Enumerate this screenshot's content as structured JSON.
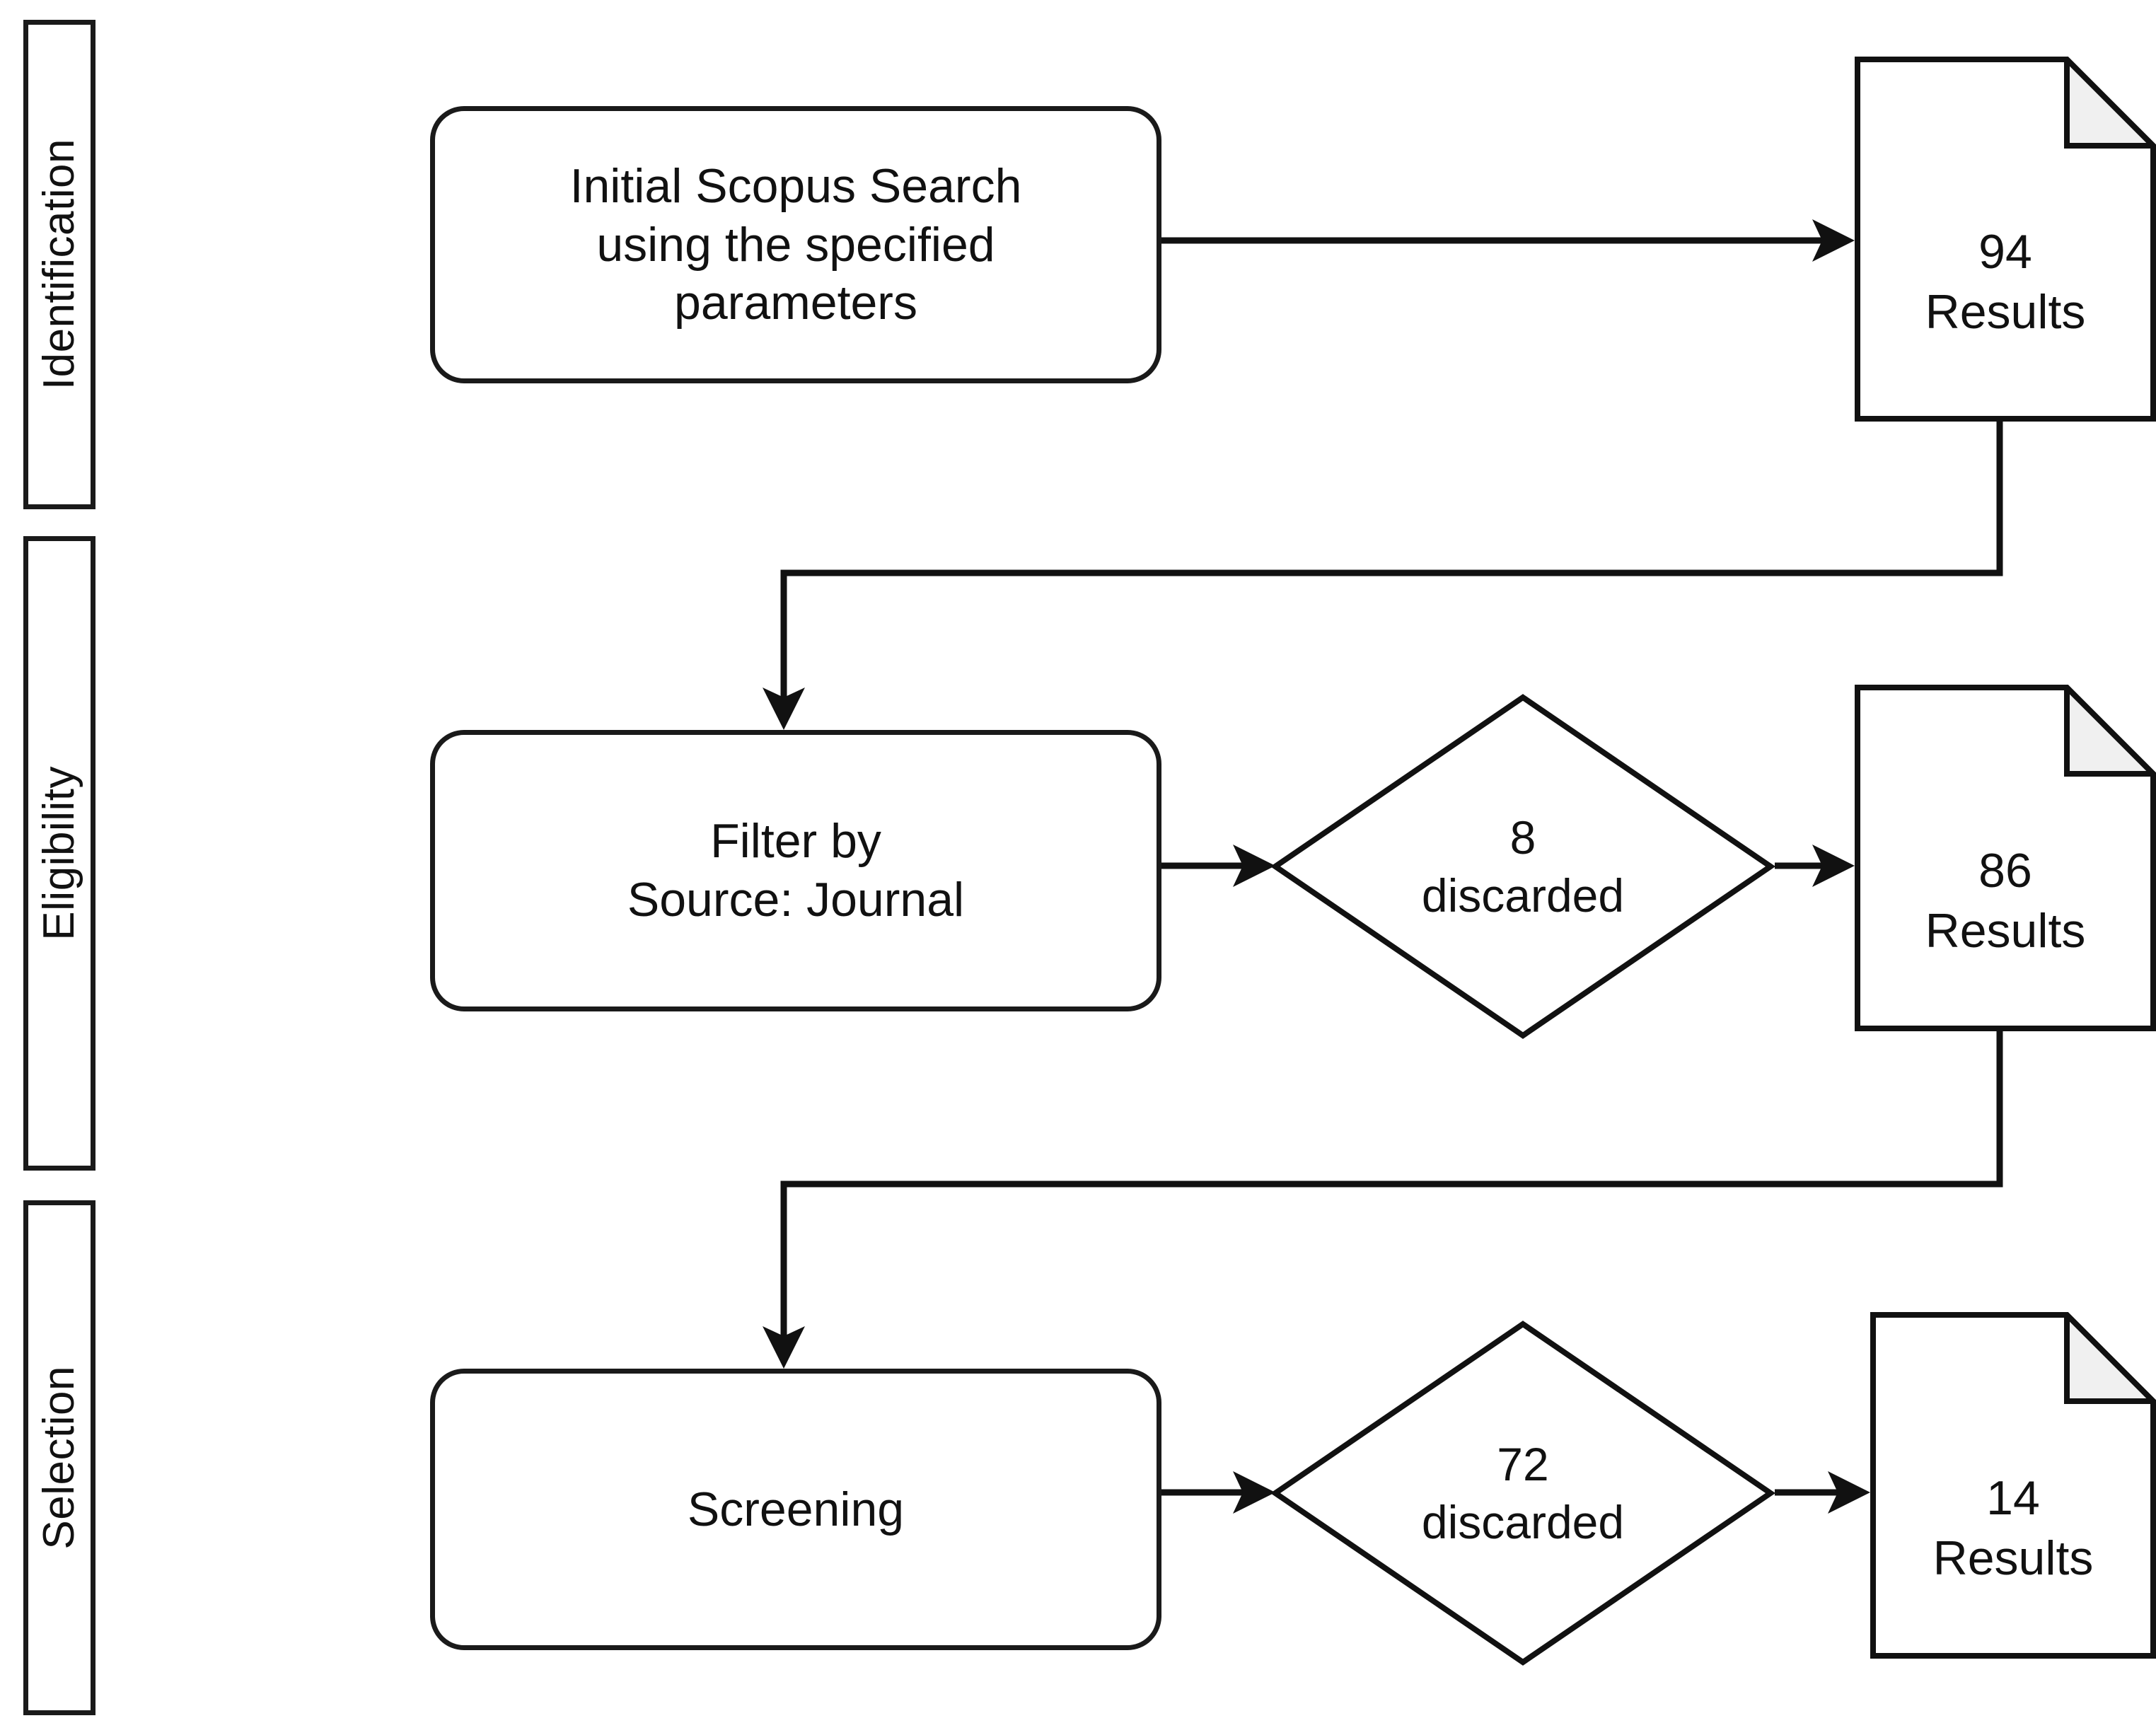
{
  "diagram": {
    "title": "PRISMA-style literature selection flowchart",
    "stroke_color": "#111111",
    "fold_fill_color": "#f0f0f0",
    "background_color": "#ffffff"
  },
  "stages": [
    {
      "id": "identification",
      "label": "Identification"
    },
    {
      "id": "eligibility",
      "label": "Eligibility"
    },
    {
      "id": "selection",
      "label": "Selection"
    }
  ],
  "rows": [
    {
      "id": "row-identification",
      "process": {
        "label": "Initial Scopus Search\nusing the specified\nparameters"
      },
      "decision": null,
      "document": {
        "count": "94",
        "unit": "Results",
        "label": "94\nResults"
      }
    },
    {
      "id": "row-eligibility",
      "process": {
        "label": "Filter by\nSource: Journal"
      },
      "decision": {
        "count": "8",
        "action": "discarded",
        "label": "8\ndiscarded"
      },
      "document": {
        "count": "86",
        "unit": "Results",
        "label": "86\nResults"
      }
    },
    {
      "id": "row-selection",
      "process": {
        "label": "Screening"
      },
      "decision": {
        "count": "72",
        "action": "discarded",
        "label": "72\ndiscarded"
      },
      "document": {
        "count": "14",
        "unit": "Results",
        "label": "14\nResults"
      }
    }
  ],
  "chart_data": {
    "type": "diagram",
    "flow": [
      {
        "step": 1,
        "stage": "Identification",
        "process": "Initial Scopus Search using the specified parameters",
        "discarded": null,
        "remaining": 94
      },
      {
        "step": 2,
        "stage": "Eligibility",
        "process": "Filter by Source: Journal",
        "discarded": 8,
        "remaining": 86
      },
      {
        "step": 3,
        "stage": "Selection",
        "process": "Screening",
        "discarded": 72,
        "remaining": 14
      }
    ]
  }
}
